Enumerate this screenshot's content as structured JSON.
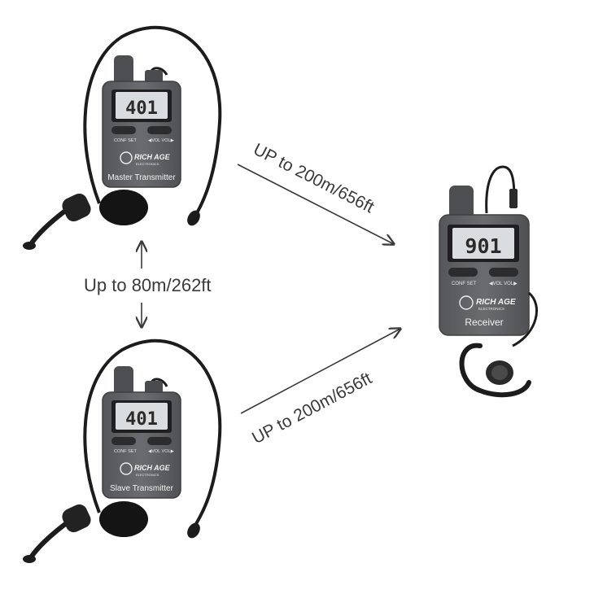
{
  "devices": {
    "master": {
      "name": "Master Transmitter",
      "display": "401",
      "conf_label": "CONF SET",
      "vol_label": "◀VOL  VOL▶",
      "brand": "RICH AGE",
      "brand_sub": "ELECTRONICS",
      "accessory": "headset microphone"
    },
    "slave": {
      "name": "Slave Transmitter",
      "display": "401",
      "conf_label": "CONF SET",
      "vol_label": "◀VOL  VOL▶",
      "brand": "RICH AGE",
      "brand_sub": "ELECTRONICS",
      "accessory": "headset microphone"
    },
    "receiver": {
      "name": "Receiver",
      "display": "901",
      "conf_label": "CONF SET",
      "vol_label": "◀VOL  VOL▶",
      "brand": "RICH AGE",
      "brand_sub": "ELECTRONICS",
      "accessory": "ear-hook earphone"
    }
  },
  "links": {
    "master_to_receiver": "UP to 200m/656ft",
    "slave_to_receiver": "UP to 200m/656ft",
    "master_to_slave": "Up to 80m/262ft"
  },
  "colors": {
    "device_body": "#5f5f63",
    "device_edge": "#3f3f42",
    "lcd": "#d9dde0",
    "cable": "#1e1e1e",
    "arrow": "#3a3a3a"
  }
}
